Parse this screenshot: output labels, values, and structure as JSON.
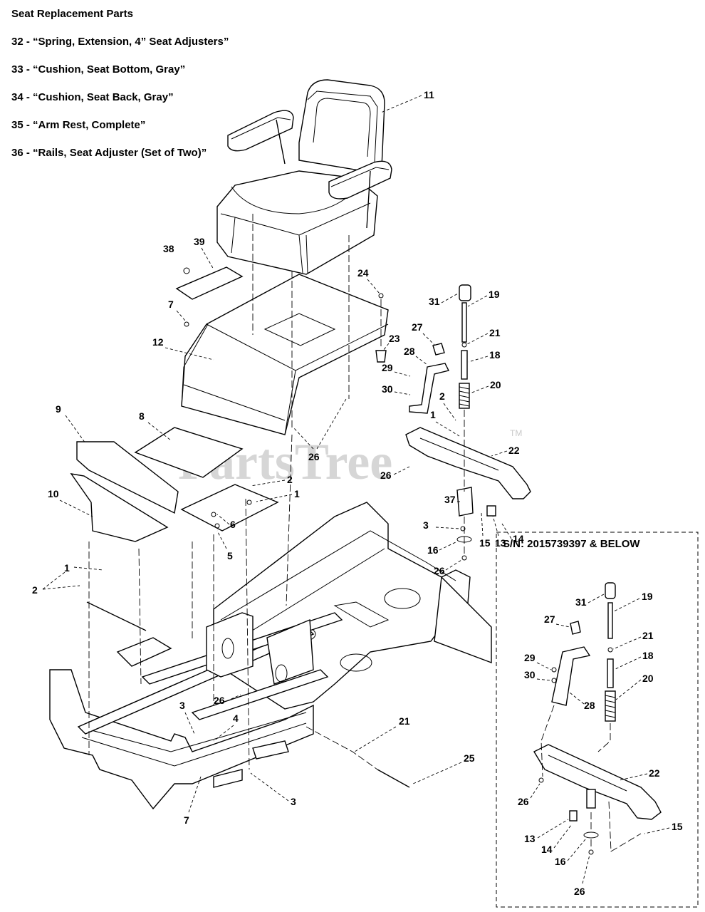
{
  "heading": "Seat Replacement Parts",
  "parts_list": [
    "32 - “Spring, Extension, 4” Seat Adjusters”",
    "33 - “Cushion, Seat Bottom, Gray”",
    "34 - “Cushion, Seat Back, Gray”",
    "35 - “Arm Rest, Complete”",
    "36 - “Rails,  Seat Adjuster (Set of Two)”"
  ],
  "watermark": "PartsTree",
  "watermark_tm": "TM",
  "inset_title": "S/N: 2015739397 & BELOW",
  "main_callouts": [
    "11",
    "38",
    "39",
    "7",
    "24",
    "12",
    "31",
    "19",
    "27",
    "23",
    "21",
    "28",
    "18",
    "29",
    "30",
    "20",
    "2",
    "1",
    "9",
    "8",
    "22",
    "26",
    "26",
    "10",
    "2",
    "1",
    "37",
    "6",
    "3",
    "15",
    "13",
    "14",
    "5",
    "16",
    "1",
    "26",
    "2",
    "3",
    "26",
    "4",
    "21",
    "25",
    "7",
    "3"
  ],
  "inset_callouts": [
    "31",
    "19",
    "27",
    "21",
    "18",
    "29",
    "30",
    "20",
    "28",
    "22",
    "26",
    "13",
    "15",
    "14",
    "16",
    "26"
  ]
}
